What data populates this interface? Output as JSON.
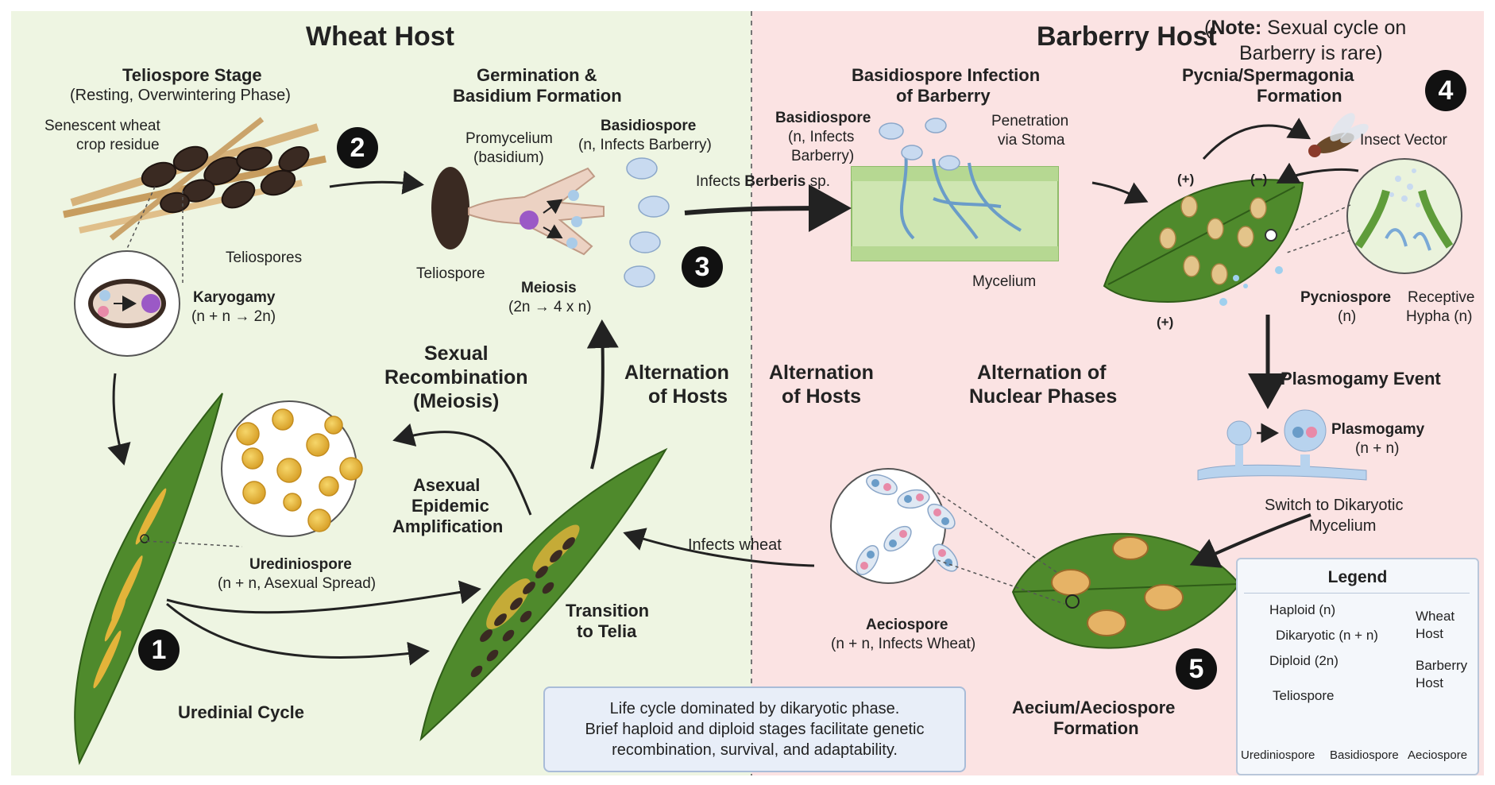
{
  "headers": {
    "wheat_host": "Wheat Host",
    "barberry_host": "Barberry Host",
    "note_bold": "Note:",
    "note_line1": "Sexual cycle on",
    "note_line2": "Barberry is rare)",
    "note_paren": "("
  },
  "stages": {
    "teliospore_title": "Teliospore Stage",
    "teliospore_sub": "(Resting, Overwintering Phase)",
    "residue_line1": "Senescent wheat",
    "residue_line2": "crop residue",
    "teliospores": "Teliospores",
    "karyogamy": "Karyogamy",
    "karyogamy_sub": "(n + n → 2n)",
    "germination_line1": "Germination &",
    "germination_line2": "Basidium Formation",
    "promycelium_line1": "Promycelium",
    "promycelium_line2": "(basidium)",
    "basidiospore": "Basidiospore",
    "basidiospore_sub": "(n, Infects Barberry)",
    "teliospore": "Teliospore",
    "meiosis": "Meiosis",
    "meiosis_sub": "(2n → 4 x n)",
    "infects_berberis_pre": "Infects ",
    "infects_berberis_bold": "Berberis",
    "infects_berberis_post": " sp.",
    "basidio_infection_line1": "Basidiospore Infection",
    "basidio_infection_line2": "of Barberry",
    "basidio_small_line1": "Basidiospore",
    "basidio_small_line2": "(n, Infects",
    "basidio_small_line3": "Barberry)",
    "penetration_line1": "Penetration",
    "penetration_line2": "via Stoma",
    "mycelium": "Mycelium",
    "pycnia_line1": "Pycnia/Spermagonia",
    "pycnia_line2": "Formation",
    "insect_vector": "Insect Vector",
    "plus": "(+)",
    "minus": "(−)",
    "pycniospore": "Pycniospore",
    "pycniospore_sub": "(n)",
    "receptive_line1": "Receptive",
    "receptive_line2": "Hypha (n)",
    "plasmogamy_event": "Plasmogamy Event",
    "plasmogamy": "Plasmogamy",
    "plasmogamy_sub": "(n + n)",
    "switch_line1": "Switch to Dikaryotic",
    "switch_line2": "Mycelium",
    "aecium_line1": "Aecium/Aeciospore",
    "aecium_line2": "Formation",
    "aeciospore": "Aeciospore",
    "aeciospore_sub": "(n + n, Infects Wheat)",
    "infects_wheat": "Infects wheat",
    "transition_line1": "Transition",
    "transition_line2": "to Telia",
    "urediniospore": "Urediniospore",
    "urediniospore_sub": "(n + n, Asexual Spread)",
    "uredinial_cycle": "Uredinial Cycle",
    "asexual_line1": "Asexual",
    "asexual_line2": "Epidemic",
    "asexual_line3": "Amplification"
  },
  "center": {
    "sexual_line1": "Sexual",
    "sexual_line2": "Recombination",
    "sexual_line3": "(Meiosis)",
    "alt_hosts_line1": "Alternation",
    "alt_hosts_line2": "of Hosts",
    "alt_nuclear_line1": "Alternation of",
    "alt_nuclear_line2": "Nuclear Phases"
  },
  "numbers": [
    "1",
    "2",
    "3",
    "4",
    "5"
  ],
  "summary": {
    "line1": "Life cycle dominated by dikaryotic phase.",
    "line2": "Brief haploid and diploid stages facilitate genetic",
    "line3": "recombination, survival, and adaptability."
  },
  "legend": {
    "title": "Legend",
    "haploid": "Haploid (n)",
    "dikaryotic": "Dikaryotic (n + n)",
    "diploid": "Diploid (2n)",
    "teliospore": "Teliospore",
    "wheat_line1": "Wheat",
    "wheat_line2": "Host",
    "barberry_line1": "Barberry",
    "barberry_line2": "Host",
    "urediniospore": "Urediniospore",
    "basidiospore": "Basidiospore",
    "aeciospore": "Aeciospore"
  },
  "colors": {
    "wheat_bg": "#eef5e2",
    "barberry_bg": "#fbe3e3",
    "leaf_green": "#4f8a2c",
    "rust_yellow": "#e3b43a",
    "teliospore_brown": "#3a2a22",
    "haploid_blue": "#a9cbe8",
    "dikaryon_pink": "#e88aa8",
    "diploid_purple": "#9b59c6"
  }
}
